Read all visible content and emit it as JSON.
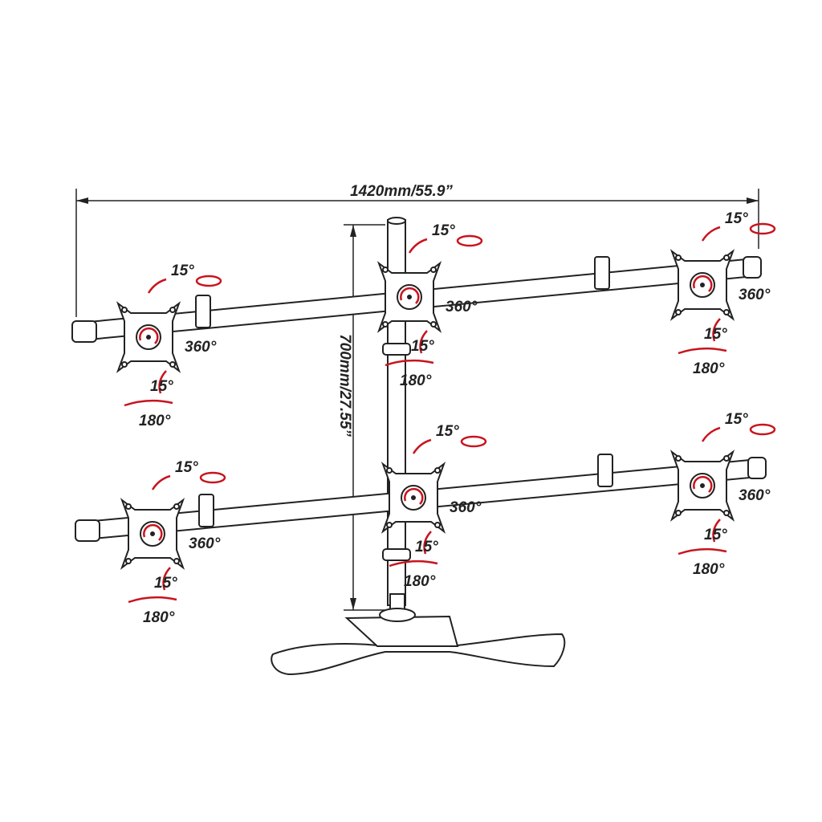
{
  "dimensions": {
    "width_label": "1420mm/55.9”",
    "height_label": "700mm/27.55”"
  },
  "accent_color": "#c8141e",
  "mounts": [
    {
      "name": "top-left",
      "tilt_up": "15°",
      "rotate": "360°",
      "tilt_down": "15°",
      "swivel": "180°"
    },
    {
      "name": "top-center",
      "tilt_up": "15°",
      "rotate": "360°",
      "tilt_down": "15°",
      "swivel": "180°"
    },
    {
      "name": "top-right",
      "tilt_up": "15°",
      "rotate": "360°",
      "tilt_down": "15°",
      "swivel": "180°"
    },
    {
      "name": "bottom-left",
      "tilt_up": "15°",
      "rotate": "360°",
      "tilt_down": "15°",
      "swivel": "180°"
    },
    {
      "name": "bottom-center",
      "tilt_up": "15°",
      "rotate": "360°",
      "tilt_down": "15°",
      "swivel": "180°"
    },
    {
      "name": "bottom-right",
      "tilt_up": "15°",
      "rotate": "360°",
      "tilt_down": "15°",
      "swivel": "180°"
    }
  ]
}
